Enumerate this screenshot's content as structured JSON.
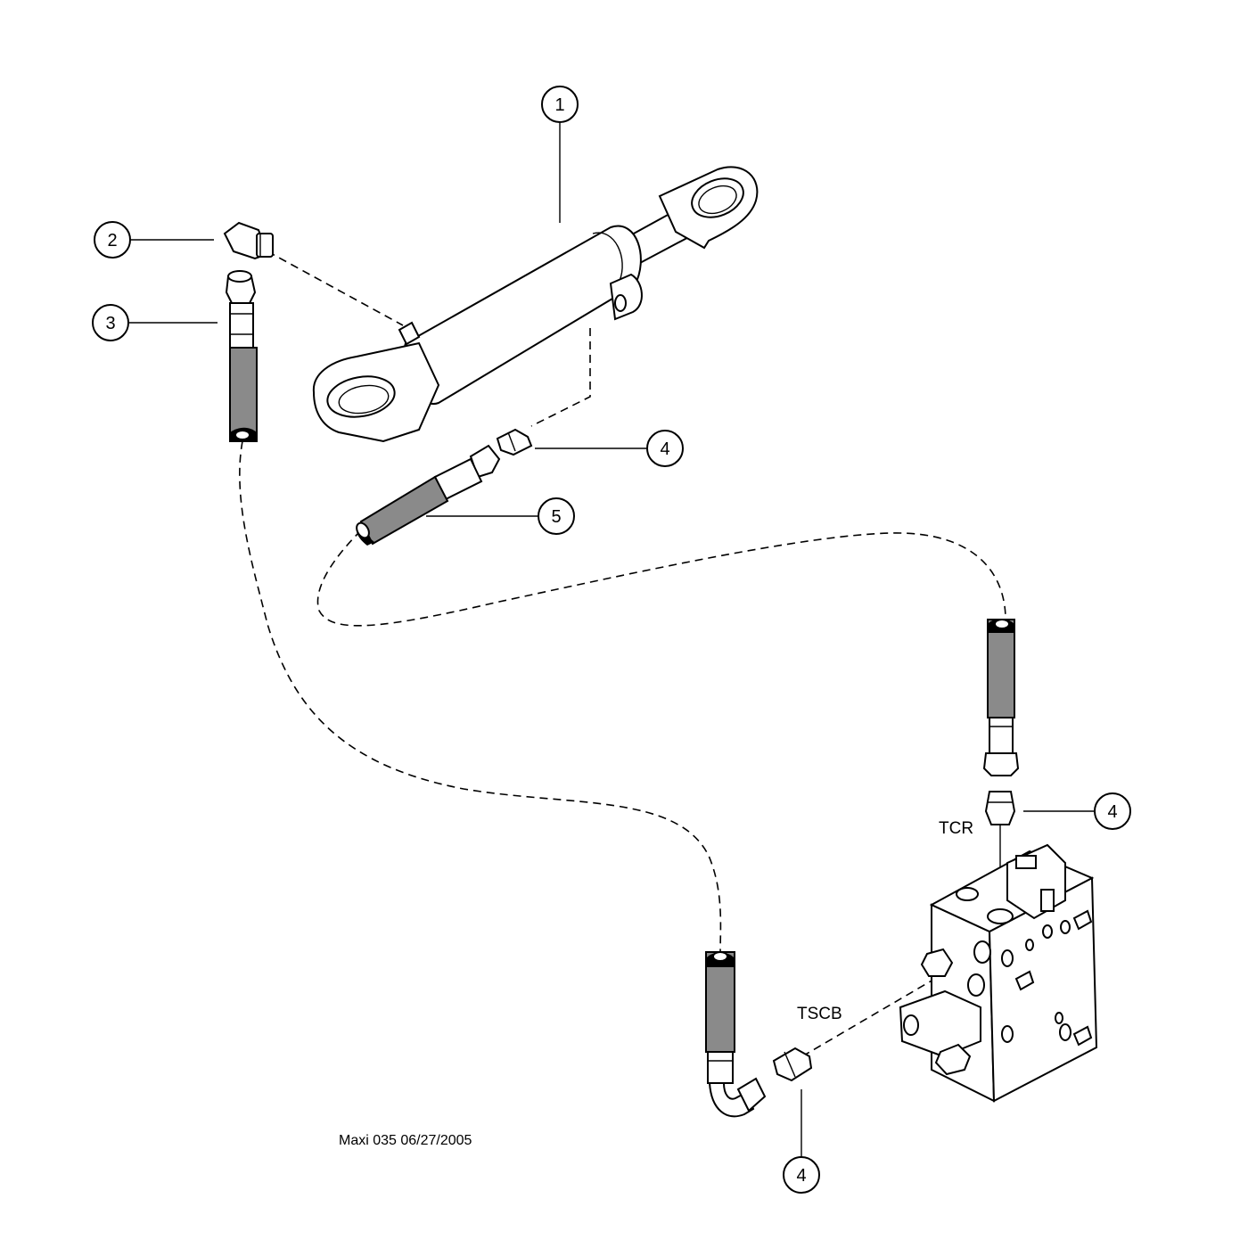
{
  "callouts": [
    {
      "id": "c1",
      "label": "1"
    },
    {
      "id": "c2",
      "label": "2"
    },
    {
      "id": "c3",
      "label": "3"
    },
    {
      "id": "c4a",
      "label": "4"
    },
    {
      "id": "c5",
      "label": "5"
    },
    {
      "id": "c4b",
      "label": "4"
    },
    {
      "id": "c4c",
      "label": "4"
    }
  ],
  "port_labels": {
    "tcr": "TCR",
    "tscb": "TSCB"
  },
  "footer": {
    "drawing_id": "Maxi 035 06/27/2005"
  },
  "colors": {
    "line": "#000000",
    "hose_fill": "#8a8a8a",
    "background": "#ffffff"
  }
}
